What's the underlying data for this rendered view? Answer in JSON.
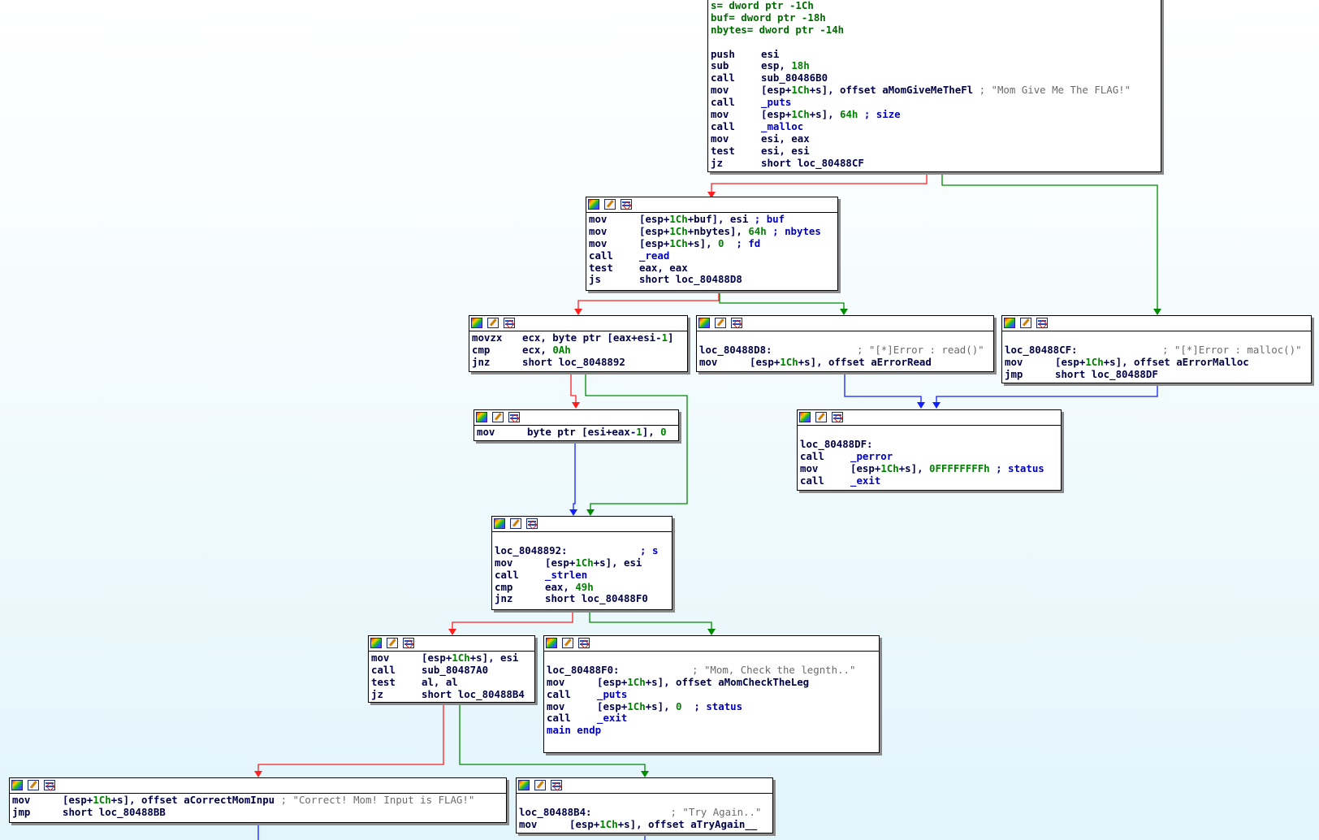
{
  "blocks": [
    {
      "id": "b0",
      "header": false,
      "lines": [
        [
          {
            "t": "s= dword ptr -1Ch",
            "c": "var"
          }
        ],
        [
          {
            "t": "buf= dword ptr -18h",
            "c": "var"
          }
        ],
        [
          {
            "t": "nbytes= dword ptr -14h",
            "c": "var"
          }
        ],
        [
          {
            "t": "",
            "c": "op"
          }
        ],
        [
          {
            "t": "push",
            "c": "mn"
          },
          {
            "t": "esi",
            "c": "op"
          }
        ],
        [
          {
            "t": "sub",
            "c": "mn"
          },
          {
            "t": "esp, ",
            "c": "op"
          },
          {
            "t": "18h",
            "c": "num"
          }
        ],
        [
          {
            "t": "call",
            "c": "mn"
          },
          {
            "t": "sub_80486B0",
            "c": "op"
          }
        ],
        [
          {
            "t": "mov",
            "c": "mn"
          },
          {
            "t": "[esp+",
            "c": "op"
          },
          {
            "t": "1Ch",
            "c": "num"
          },
          {
            "t": "+s], offset aMomGiveMeTheFl",
            "c": "op"
          },
          {
            "t": " ; \"Mom Give Me The FLAG!\"",
            "c": "cmt"
          }
        ],
        [
          {
            "t": "call",
            "c": "mn"
          },
          {
            "t": "_puts",
            "c": "sym"
          }
        ],
        [
          {
            "t": "mov",
            "c": "mn"
          },
          {
            "t": "[esp+",
            "c": "op"
          },
          {
            "t": "1Ch",
            "c": "num"
          },
          {
            "t": "+s], ",
            "c": "op"
          },
          {
            "t": "64h",
            "c": "num"
          },
          {
            "t": " ; size",
            "c": "sym"
          }
        ],
        [
          {
            "t": "call",
            "c": "mn"
          },
          {
            "t": "_malloc",
            "c": "sym"
          }
        ],
        [
          {
            "t": "mov",
            "c": "mn"
          },
          {
            "t": "esi, eax",
            "c": "op"
          }
        ],
        [
          {
            "t": "test",
            "c": "mn"
          },
          {
            "t": "esi, esi",
            "c": "op"
          }
        ],
        [
          {
            "t": "jz",
            "c": "mn"
          },
          {
            "t": "short loc_80488CF",
            "c": "op"
          }
        ]
      ]
    },
    {
      "id": "b1",
      "header": true,
      "lines": [
        [
          {
            "t": "mov",
            "c": "mn"
          },
          {
            "t": "[esp+",
            "c": "op"
          },
          {
            "t": "1Ch",
            "c": "num"
          },
          {
            "t": "+buf], esi",
            "c": "op"
          },
          {
            "t": " ; buf",
            "c": "sym"
          }
        ],
        [
          {
            "t": "mov",
            "c": "mn"
          },
          {
            "t": "[esp+",
            "c": "op"
          },
          {
            "t": "1Ch",
            "c": "num"
          },
          {
            "t": "+nbytes], ",
            "c": "op"
          },
          {
            "t": "64h",
            "c": "num"
          },
          {
            "t": " ; nbytes",
            "c": "sym"
          }
        ],
        [
          {
            "t": "mov",
            "c": "mn"
          },
          {
            "t": "[esp+",
            "c": "op"
          },
          {
            "t": "1Ch",
            "c": "num"
          },
          {
            "t": "+s], ",
            "c": "op"
          },
          {
            "t": "0",
            "c": "num"
          },
          {
            "t": "  ; fd",
            "c": "sym"
          }
        ],
        [
          {
            "t": "call",
            "c": "mn"
          },
          {
            "t": "_read",
            "c": "sym"
          }
        ],
        [
          {
            "t": "test",
            "c": "mn"
          },
          {
            "t": "eax, eax",
            "c": "op"
          }
        ],
        [
          {
            "t": "js",
            "c": "mn"
          },
          {
            "t": "short loc_80488D8",
            "c": "op"
          }
        ]
      ]
    },
    {
      "id": "b2",
      "header": true,
      "lines": [
        [
          {
            "t": "movzx",
            "c": "mn"
          },
          {
            "t": "ecx, byte ptr [eax+esi-",
            "c": "op"
          },
          {
            "t": "1",
            "c": "num"
          },
          {
            "t": "]",
            "c": "op"
          }
        ],
        [
          {
            "t": "cmp",
            "c": "mn"
          },
          {
            "t": "ecx, ",
            "c": "op"
          },
          {
            "t": "0Ah",
            "c": "num"
          }
        ],
        [
          {
            "t": "jnz",
            "c": "mn"
          },
          {
            "t": "short loc_8048892",
            "c": "op"
          }
        ]
      ]
    },
    {
      "id": "b3",
      "header": true,
      "lines": [
        [
          {
            "t": "",
            "c": "op"
          }
        ],
        [
          {
            "t": "loc_80488D8:",
            "c": "lbl"
          },
          {
            "t": "              ; \"[*]Error : read()\"",
            "c": "cmt"
          }
        ],
        [
          {
            "t": "mov",
            "c": "mn"
          },
          {
            "t": "[esp+",
            "c": "op"
          },
          {
            "t": "1Ch",
            "c": "num"
          },
          {
            "t": "+s], offset aErrorRead",
            "c": "op"
          }
        ]
      ]
    },
    {
      "id": "b4",
      "header": true,
      "lines": [
        [
          {
            "t": "",
            "c": "op"
          }
        ],
        [
          {
            "t": "loc_80488CF:",
            "c": "lbl"
          },
          {
            "t": "              ; \"[*]Error : malloc()\"",
            "c": "cmt"
          }
        ],
        [
          {
            "t": "mov",
            "c": "mn"
          },
          {
            "t": "[esp+",
            "c": "op"
          },
          {
            "t": "1Ch",
            "c": "num"
          },
          {
            "t": "+s], offset aErrorMalloc",
            "c": "op"
          }
        ],
        [
          {
            "t": "jmp",
            "c": "mn"
          },
          {
            "t": "short loc_80488DF",
            "c": "op"
          }
        ]
      ]
    },
    {
      "id": "b5",
      "header": true,
      "lines": [
        [
          {
            "t": "mov",
            "c": "mn"
          },
          {
            "t": "byte ptr [esi+eax-",
            "c": "op"
          },
          {
            "t": "1",
            "c": "num"
          },
          {
            "t": "], ",
            "c": "op"
          },
          {
            "t": "0",
            "c": "num"
          }
        ]
      ]
    },
    {
      "id": "b6",
      "header": true,
      "lines": [
        [
          {
            "t": "",
            "c": "op"
          }
        ],
        [
          {
            "t": "loc_80488DF:",
            "c": "lbl"
          }
        ],
        [
          {
            "t": "call",
            "c": "mn"
          },
          {
            "t": "_perror",
            "c": "sym"
          }
        ],
        [
          {
            "t": "mov",
            "c": "mn"
          },
          {
            "t": "[esp+",
            "c": "op"
          },
          {
            "t": "1Ch",
            "c": "num"
          },
          {
            "t": "+s], ",
            "c": "op"
          },
          {
            "t": "0FFFFFFFFh",
            "c": "num"
          },
          {
            "t": " ; status",
            "c": "sym"
          }
        ],
        [
          {
            "t": "call",
            "c": "mn"
          },
          {
            "t": "_exit",
            "c": "sym"
          }
        ]
      ]
    },
    {
      "id": "b7",
      "header": true,
      "lines": [
        [
          {
            "t": "",
            "c": "op"
          }
        ],
        [
          {
            "t": "loc_8048892:",
            "c": "lbl"
          },
          {
            "t": "            ; s",
            "c": "sym"
          }
        ],
        [
          {
            "t": "mov",
            "c": "mn"
          },
          {
            "t": "[esp+",
            "c": "op"
          },
          {
            "t": "1Ch",
            "c": "num"
          },
          {
            "t": "+s], esi",
            "c": "op"
          }
        ],
        [
          {
            "t": "call",
            "c": "mn"
          },
          {
            "t": "_strlen",
            "c": "sym"
          }
        ],
        [
          {
            "t": "cmp",
            "c": "mn"
          },
          {
            "t": "eax, ",
            "c": "op"
          },
          {
            "t": "49h",
            "c": "num"
          }
        ],
        [
          {
            "t": "jnz",
            "c": "mn"
          },
          {
            "t": "short loc_80488F0",
            "c": "op"
          }
        ]
      ]
    },
    {
      "id": "b8",
      "header": true,
      "lines": [
        [
          {
            "t": "mov",
            "c": "mn"
          },
          {
            "t": "[esp+",
            "c": "op"
          },
          {
            "t": "1Ch",
            "c": "num"
          },
          {
            "t": "+s], esi",
            "c": "op"
          }
        ],
        [
          {
            "t": "call",
            "c": "mn"
          },
          {
            "t": "sub_80487A0",
            "c": "op"
          }
        ],
        [
          {
            "t": "test",
            "c": "mn"
          },
          {
            "t": "al, al",
            "c": "op"
          }
        ],
        [
          {
            "t": "jz",
            "c": "mn"
          },
          {
            "t": "short loc_80488B4",
            "c": "op"
          }
        ]
      ]
    },
    {
      "id": "b9",
      "header": true,
      "lines": [
        [
          {
            "t": "",
            "c": "op"
          }
        ],
        [
          {
            "t": "loc_80488F0:",
            "c": "lbl"
          },
          {
            "t": "            ; \"Mom, Check the legnth..\"",
            "c": "cmt"
          }
        ],
        [
          {
            "t": "mov",
            "c": "mn"
          },
          {
            "t": "[esp+",
            "c": "op"
          },
          {
            "t": "1Ch",
            "c": "num"
          },
          {
            "t": "+s], offset aMomCheckTheLeg",
            "c": "op"
          }
        ],
        [
          {
            "t": "call",
            "c": "mn"
          },
          {
            "t": "_puts",
            "c": "sym"
          }
        ],
        [
          {
            "t": "mov",
            "c": "mn"
          },
          {
            "t": "[esp+",
            "c": "op"
          },
          {
            "t": "1Ch",
            "c": "num"
          },
          {
            "t": "+s], ",
            "c": "op"
          },
          {
            "t": "0",
            "c": "num"
          },
          {
            "t": "  ; status",
            "c": "sym"
          }
        ],
        [
          {
            "t": "call",
            "c": "mn"
          },
          {
            "t": "_exit",
            "c": "sym"
          }
        ],
        [
          {
            "t": "main endp",
            "c": "sym"
          }
        ]
      ]
    },
    {
      "id": "b10",
      "header": true,
      "lines": [
        [
          {
            "t": "mov",
            "c": "mn"
          },
          {
            "t": "[esp+",
            "c": "op"
          },
          {
            "t": "1Ch",
            "c": "num"
          },
          {
            "t": "+s], offset aCorrectMomInpu",
            "c": "op"
          },
          {
            "t": " ; \"Correct! Mom! Input is FLAG!\"",
            "c": "cmt"
          }
        ],
        [
          {
            "t": "jmp",
            "c": "mn"
          },
          {
            "t": "short loc_80488BB",
            "c": "op"
          }
        ]
      ]
    },
    {
      "id": "b11",
      "header": true,
      "lines": [
        [
          {
            "t": "",
            "c": "op"
          }
        ],
        [
          {
            "t": "loc_80488B4:",
            "c": "lbl"
          },
          {
            "t": "             ; \"Try Again..\"",
            "c": "cmt"
          }
        ],
        [
          {
            "t": "mov",
            "c": "mn"
          },
          {
            "t": "[esp+",
            "c": "op"
          },
          {
            "t": "1Ch",
            "c": "num"
          },
          {
            "t": "+s], offset aTryAgain__",
            "c": "op"
          }
        ]
      ]
    }
  ],
  "edges": [
    {
      "from": "b0",
      "to": "b1",
      "color": "red"
    },
    {
      "from": "b0",
      "to": "b4",
      "color": "green"
    },
    {
      "from": "b1",
      "to": "b2",
      "color": "red"
    },
    {
      "from": "b1",
      "to": "b3",
      "color": "green"
    },
    {
      "from": "b2",
      "to": "b5",
      "color": "red"
    },
    {
      "from": "b2",
      "to": "b7",
      "color": "green"
    },
    {
      "from": "b5",
      "to": "b7",
      "color": "blue"
    },
    {
      "from": "b3",
      "to": "b6",
      "color": "blue"
    },
    {
      "from": "b4",
      "to": "b6",
      "color": "blue"
    },
    {
      "from": "b7",
      "to": "b8",
      "color": "red"
    },
    {
      "from": "b7",
      "to": "b9",
      "color": "green"
    },
    {
      "from": "b8",
      "to": "b10",
      "color": "red"
    },
    {
      "from": "b8",
      "to": "b11",
      "color": "green"
    },
    {
      "from": "b10",
      "to": "continue",
      "color": "blue"
    },
    {
      "from": "b11",
      "to": "continue",
      "color": "blue"
    }
  ],
  "colors": {
    "red": "#ff2020",
    "green": "#008a00",
    "blue": "#1020ff",
    "code": "#000048",
    "number": "#008000",
    "comment": "#6b6b6b",
    "symbol": "#0000c0"
  },
  "icons": [
    "graph-colors-icon",
    "edit-node-icon",
    "group-nodes-icon"
  ]
}
